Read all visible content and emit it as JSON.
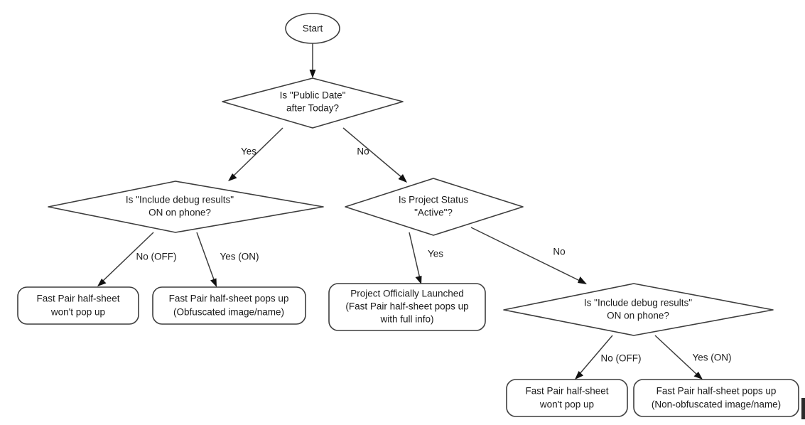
{
  "diagram": {
    "title": "Fast Pair half-sheet decision flowchart",
    "background_color": "#ffffff",
    "stroke_color": "#3d3d3d",
    "text_color": "#1a1a1a",
    "nodes": {
      "start": {
        "label": "Start",
        "shape": "ellipse"
      },
      "public_date": {
        "line1": "Is \"Public Date\"",
        "line2": "after Today?",
        "shape": "diamond"
      },
      "debug_left": {
        "line1": "Is \"Include debug results\"",
        "line2": "ON on phone?",
        "shape": "diamond"
      },
      "project_status": {
        "line1": "Is Project Status",
        "line2": "\"Active\"?",
        "shape": "diamond"
      },
      "result_left_off": {
        "line1": "Fast Pair half-sheet",
        "line2": "won't pop up",
        "shape": "rounded-rect"
      },
      "result_left_on": {
        "line1": "Fast Pair half-sheet pops up",
        "line2": "(Obfuscated image/name)",
        "shape": "rounded-rect"
      },
      "result_launched": {
        "line1": "Project Officially Launched",
        "line2": "(Fast Pair half-sheet pops up",
        "line3": "with full info)",
        "shape": "rounded-rect"
      },
      "debug_right": {
        "line1": "Is \"Include debug results\"",
        "line2": "ON on phone?",
        "shape": "diamond"
      },
      "result_right_off": {
        "line1": "Fast Pair half-sheet",
        "line2": "won't pop up",
        "shape": "rounded-rect"
      },
      "result_right_on": {
        "line1": "Fast Pair half-sheet pops up",
        "line2": "(Non-obfuscated image/name)",
        "shape": "rounded-rect"
      }
    },
    "edges": {
      "start_to_public_date": {
        "label": ""
      },
      "public_date_yes": {
        "label": "Yes"
      },
      "public_date_no": {
        "label": "No"
      },
      "debug_left_no": {
        "label": "No (OFF)"
      },
      "debug_left_yes": {
        "label": "Yes (ON)"
      },
      "project_status_yes": {
        "label": "Yes"
      },
      "project_status_no": {
        "label": "No"
      },
      "debug_right_no": {
        "label": "No (OFF)"
      },
      "debug_right_yes": {
        "label": "Yes (ON)"
      }
    }
  }
}
